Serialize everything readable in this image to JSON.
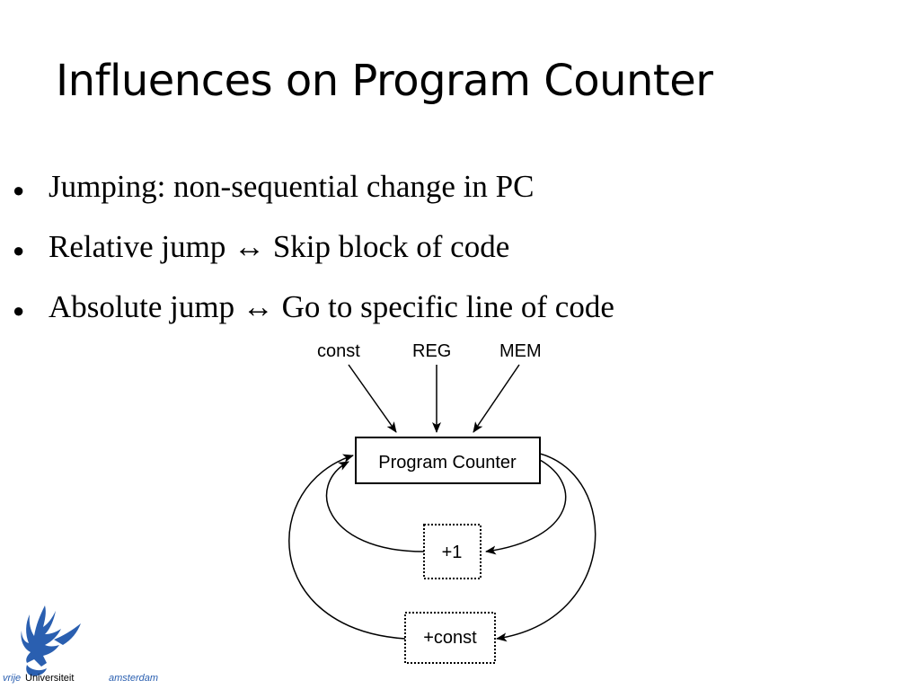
{
  "slide": {
    "title": "Influences on Program Counter",
    "bullets": [
      {
        "marker": "●",
        "text": "Jumping: non-sequential change in PC"
      },
      {
        "marker": "●",
        "text": "Relative jump ↔ Skip block of code"
      },
      {
        "marker": "●",
        "text": "Absolute jump ↔ Go to specific line of code"
      }
    ]
  },
  "diagram": {
    "inputs": {
      "const": "const",
      "reg": "REG",
      "mem": "MEM"
    },
    "program_counter": "Program Counter",
    "increment": "+1",
    "offset": "+const"
  },
  "logo": {
    "icon": "griffin-logo-icon",
    "vrije": "vrije",
    "universiteit": "Universiteit",
    "amsterdam": "amsterdam",
    "color": "#2a5fb0"
  }
}
